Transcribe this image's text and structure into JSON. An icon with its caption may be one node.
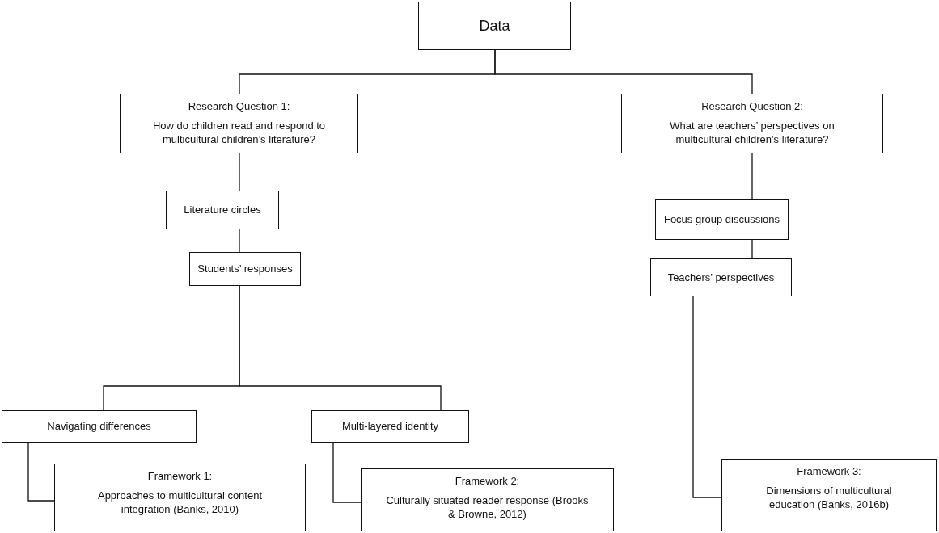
{
  "diagram": {
    "nodes": [
      {
        "text": [
          "Data"
        ]
      },
      {
        "text": [
          "Research Question 1:",
          "How do children read and respond to multicultural children’s literature?"
        ]
      },
      {
        "text": [
          "Research Question 2:",
          "What are teachers’ perspectives on multicultural children’s literature?"
        ]
      },
      {
        "text": [
          "Literature circles"
        ]
      },
      {
        "text": [
          "Students’ responses"
        ]
      },
      {
        "text": [
          "Focus group discussions"
        ]
      },
      {
        "text": [
          "Teachers’ perspectives"
        ]
      },
      {
        "text": [
          "Navigating differences"
        ]
      },
      {
        "text": [
          "Multi-layered identity"
        ]
      },
      {
        "text": [
          "Framework 1:",
          "Approaches to multicultural content integration (Banks, 2010)"
        ]
      },
      {
        "text": [
          "Framework 2:",
          "Culturally situated reader response (Brooks & Browne, 2012)"
        ]
      },
      {
        "text": [
          "Framework 3:",
          "Dimensions of multicultural education (Banks, 2016b)"
        ]
      }
    ],
    "edges": [
      {
        "from": 0,
        "to": 1,
        "arrow": "none"
      },
      {
        "from": 0,
        "to": 2,
        "arrow": "none"
      },
      {
        "from": 1,
        "to": 3,
        "arrow": "none"
      },
      {
        "from": 3,
        "to": 4,
        "arrow": "none"
      },
      {
        "from": 4,
        "to": 7,
        "arrow": "none"
      },
      {
        "from": 4,
        "to": 8,
        "arrow": "none"
      },
      {
        "from": 7,
        "to": 9,
        "arrow": "none"
      },
      {
        "from": 8,
        "to": 10,
        "arrow": "none"
      },
      {
        "from": 2,
        "to": 5,
        "arrow": "none"
      },
      {
        "from": 5,
        "to": 6,
        "arrow": "none"
      },
      {
        "from": 6,
        "to": 11,
        "arrow": "none"
      }
    ]
  }
}
